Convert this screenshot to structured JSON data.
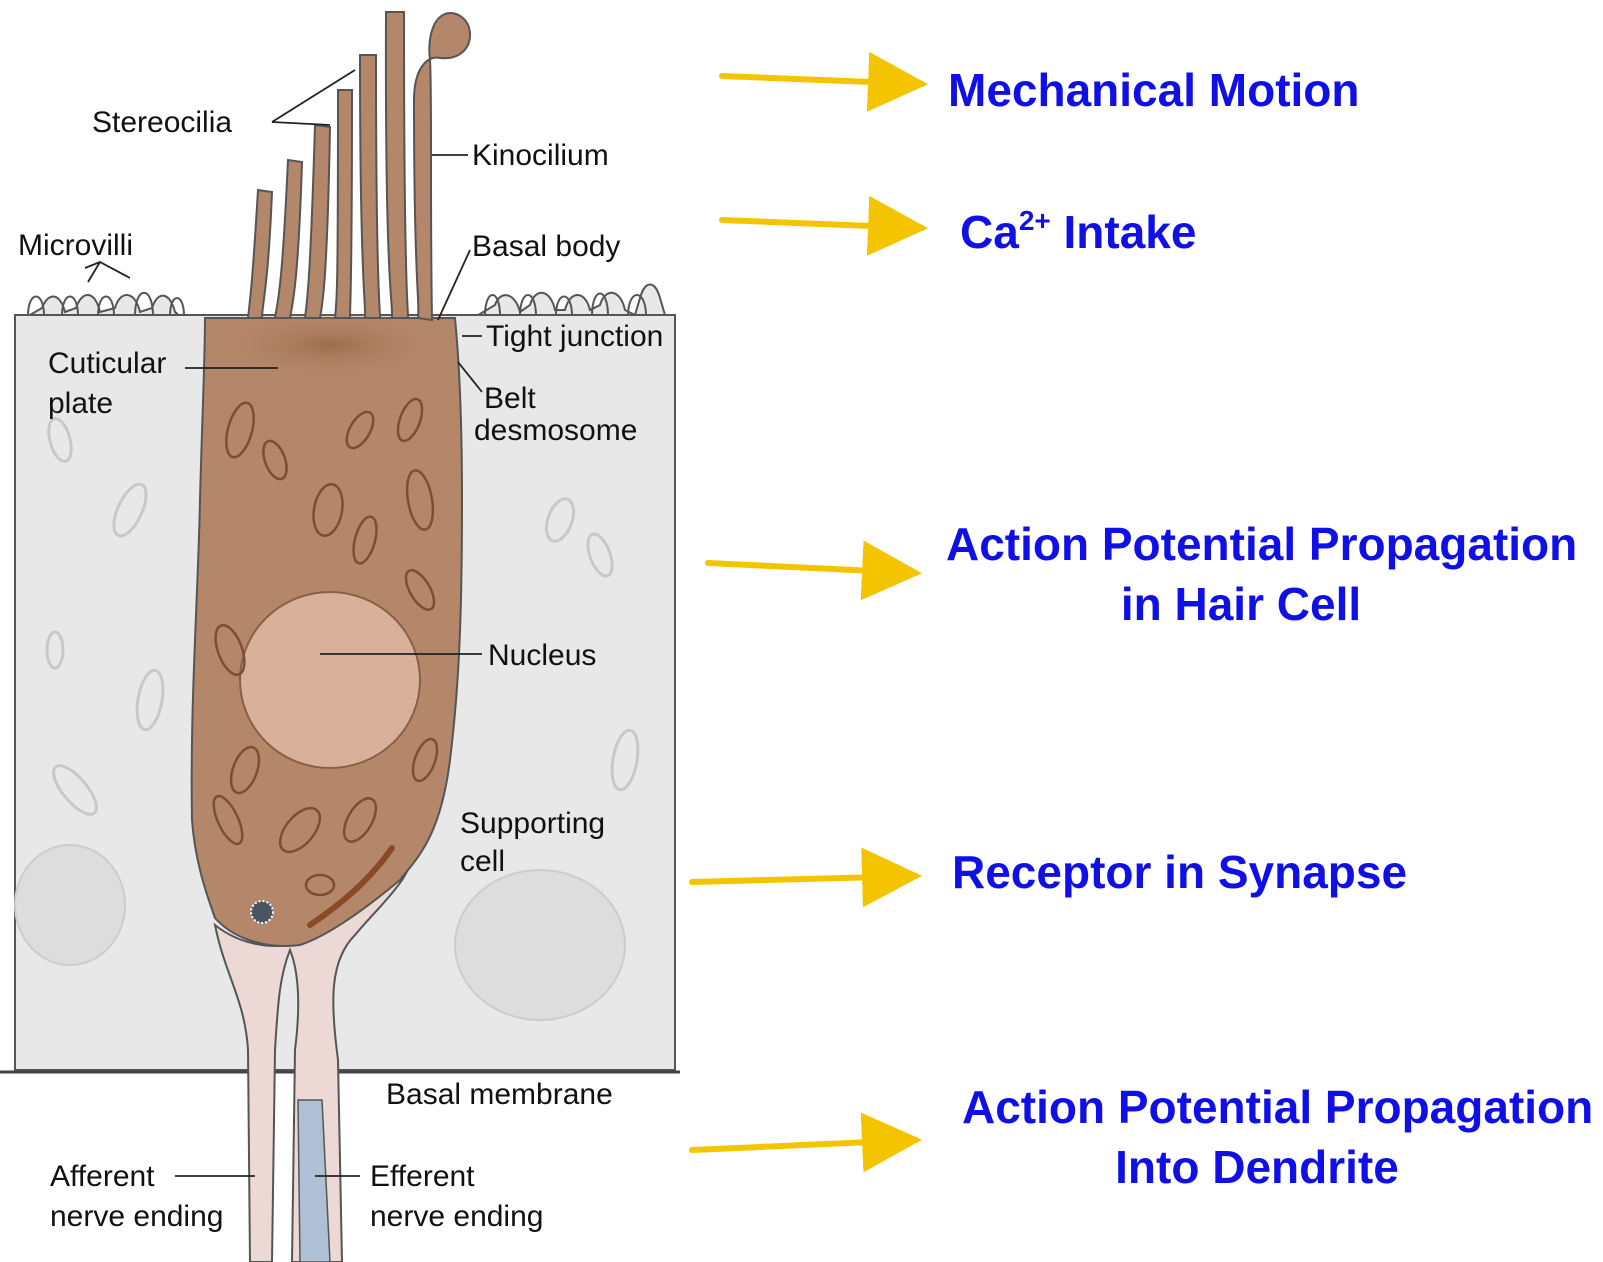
{
  "labels": {
    "stereocilia": "Stereocilia",
    "kinocilium": "Kinocilium",
    "microvilli": "Microvilli",
    "basal_body": "Basal body",
    "tight_junction": "Tight junction",
    "cuticular_plate_1": "Cuticular",
    "cuticular_plate_2": "plate",
    "belt_desmosome_1": "Belt",
    "belt_desmosome_2": "desmosome",
    "nucleus": "Nucleus",
    "supporting_cell_1": "Supporting",
    "supporting_cell_2": "cell",
    "basal_membrane": "Basal membrane",
    "afferent_1": "Afferent",
    "afferent_2": "nerve ending",
    "efferent_1": "Efferent",
    "efferent_2": "nerve ending"
  },
  "annotations": {
    "mechanical_motion": "Mechanical Motion",
    "ca_intake_ion": "Ca",
    "ca_intake_charge": "2+",
    "ca_intake_rest": "Intake",
    "ap_hair_cell_1": "Action Potential Propagation",
    "ap_hair_cell_2": "in Hair Cell",
    "receptor_synapse": "Receptor in Synapse",
    "ap_dendrite_1": "Action Potential Propagation",
    "ap_dendrite_2": "Into Dendrite"
  },
  "colors": {
    "annotation_text": "#1010e6",
    "arrow": "#f5c400",
    "hair_cell": "#b4876a",
    "supporting_cell": "#e8e8e8",
    "nerve": "#ecd9d5",
    "label_text": "#111111"
  }
}
